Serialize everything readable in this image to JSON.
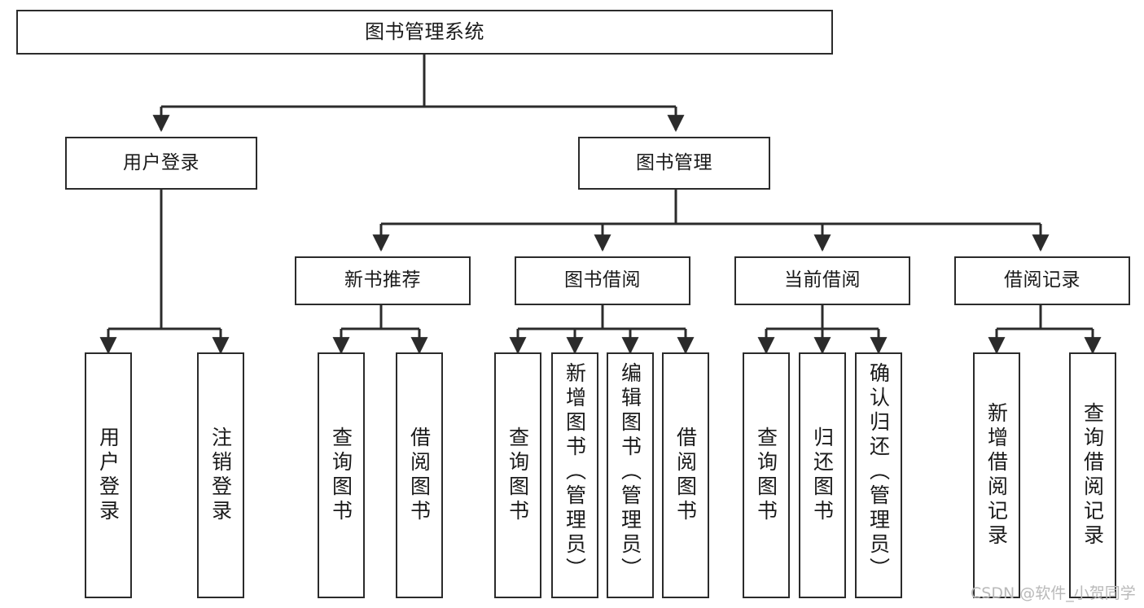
{
  "diagram": {
    "title": "图书管理系统",
    "type": "tree-hierarchy",
    "colors": {
      "box_border": "#2b2b2b",
      "box_fill": "#ffffff",
      "connector": "#2b2b2b",
      "text": "#1a1a1a",
      "watermark": "#b9b9b9",
      "background": "#ffffff"
    },
    "root": {
      "label": "图书管理系统"
    },
    "level2": [
      {
        "label": "用户登录"
      },
      {
        "label": "图书管理"
      }
    ],
    "level3": [
      {
        "label": "新书推荐"
      },
      {
        "label": "图书借阅"
      },
      {
        "label": "当前借阅"
      },
      {
        "label": "借阅记录"
      }
    ],
    "leaves": {
      "user_login": [
        {
          "label": "用户登录"
        },
        {
          "label": "注销登录"
        }
      ],
      "new_book_recommend": [
        {
          "label": "查询图书"
        },
        {
          "label": "借阅图书"
        }
      ],
      "book_borrow": [
        {
          "label": "查询图书"
        },
        {
          "label": "新增图书（管理员）"
        },
        {
          "label": "编辑图书（管理员）"
        },
        {
          "label": "借阅图书"
        }
      ],
      "current_borrow": [
        {
          "label": "查询图书"
        },
        {
          "label": "归还图书"
        },
        {
          "label": "确认归还（管理员）"
        }
      ],
      "borrow_record": [
        {
          "label": "新增借阅记录"
        },
        {
          "label": "查询借阅记录"
        }
      ]
    }
  },
  "watermark": {
    "text": "CSDN @软件_小贺同学"
  }
}
